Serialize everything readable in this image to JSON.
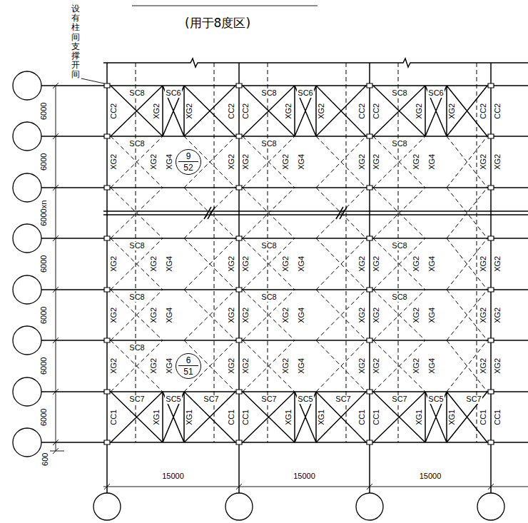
{
  "diagram": {
    "title": "(用于8度区)",
    "nodes": [
      {
        "text": [
          "9",
          "52"
        ]
      },
      {
        "text": [
          "6",
          "51"
        ]
      }
    ],
    "labels": [
      "设有柱间支撑开间",
      "6000",
      "6000",
      "6000xn",
      "6000",
      "6000",
      "6000",
      "6000",
      "600",
      "15000",
      "15000",
      "15000",
      "CC2",
      "XG2",
      "XG2",
      "XG2",
      "XG2",
      "CC1",
      "CC2",
      "XG2",
      "XG2",
      "XG2",
      "XG2",
      "CC1",
      "CC2",
      "XG2",
      "XG2",
      "XG2",
      "XG2",
      "CC1",
      "CC2",
      "XG2",
      "XG2",
      "XG2",
      "XG2",
      "CC1",
      "CC2",
      "XG2",
      "XG2",
      "XG2",
      "XG2",
      "CC1",
      "CC2",
      "XG2",
      "XG2",
      "XG2",
      "XG2",
      "CC1",
      "CC2",
      "XG2",
      "XG2",
      "XG2",
      "XG2",
      "CC1",
      "SC8",
      "SC6",
      "XG2",
      "XG2",
      "SC8",
      "XG2",
      "XG4",
      "SC8",
      "XG2",
      "XG4",
      "SC8",
      "XG2",
      "XG4",
      "SC8",
      "XG2",
      "XG4",
      "SC7",
      "SC5",
      "SC7",
      "XG1",
      "XG1",
      "SC8",
      "SC6",
      "XG2",
      "XG2",
      "SC8",
      "XG2",
      "XG4",
      "SC8",
      "XG2",
      "XG4",
      "SC8",
      "XG2",
      "XG4",
      "XG2",
      "XG4",
      "SC7",
      "SC5",
      "SC7",
      "XG1",
      "XG1",
      "SC8",
      "SC6",
      "XG2",
      "XG2",
      "SC8",
      "XG2",
      "XG4",
      "SC8",
      "XG2",
      "XG4",
      "SC8",
      "XG2",
      "XG4",
      "XG2",
      "XG4",
      "SC7",
      "SC5",
      "SC7",
      "XG1",
      "XG1"
    ]
  }
}
